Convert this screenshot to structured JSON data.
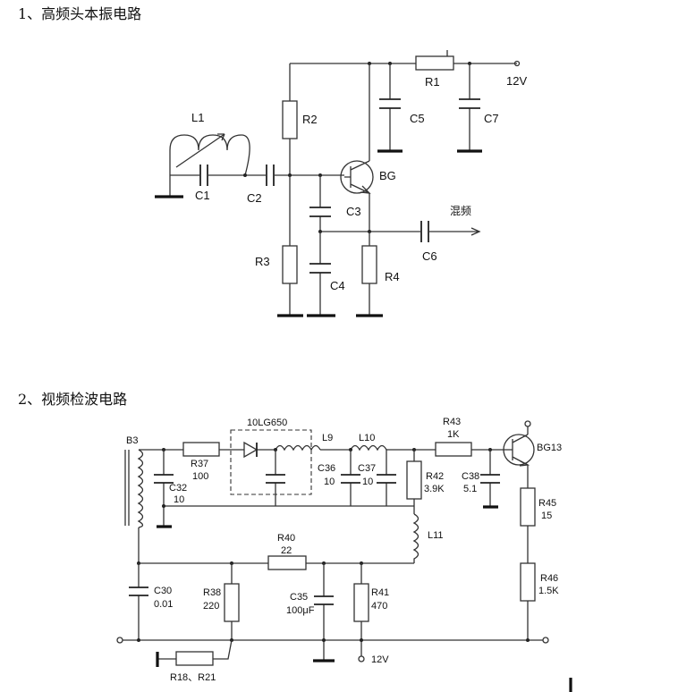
{
  "headings": {
    "section1": "1、高频头本振电路",
    "section2": "2、视频检波电路"
  },
  "circuit1": {
    "L1": "L1",
    "C1": "C1",
    "C2": "C2",
    "R1": "R1",
    "R2": "R2",
    "R3": "R3",
    "R4": "R4",
    "C3": "C3",
    "C4": "C4",
    "C5": "C5",
    "C6": "C6",
    "C7": "C7",
    "BG": "BG",
    "supply": "12V",
    "output": "混频"
  },
  "circuit2": {
    "B3": "B3",
    "R37": "R37",
    "R37_val": "100",
    "C32": "C32",
    "C32_val": "10",
    "module": "10LG650",
    "L9": "L9",
    "L10": "L10",
    "C36": "C36",
    "C36_val": "10",
    "C37": "C37",
    "C37_val": "10",
    "R43": "R43",
    "R43_val": "1K",
    "BG13": "BG13",
    "R42": "R42",
    "R42_val": "3.9K",
    "C38": "C38",
    "C38_val": "5.1",
    "R45": "R45",
    "R45_val": "15",
    "L11": "L11",
    "R40": "R40",
    "R40_val": "22",
    "C30": "C30",
    "C30_val": "0.01",
    "R38": "R38",
    "R38_val": "220",
    "C35": "C35",
    "C35_val": "100μF",
    "R41": "R41",
    "R41_val": "470",
    "R46": "R46",
    "R46_val": "1.5K",
    "R18_R21": "R18、R21",
    "supply": "12V"
  }
}
